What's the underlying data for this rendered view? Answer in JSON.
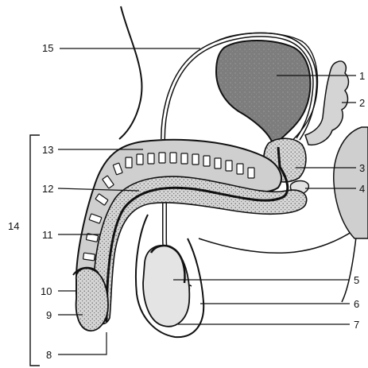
{
  "labels": {
    "l1": "1",
    "l2": "2",
    "l3": "3",
    "l4": "4",
    "l5": "5",
    "l6": "6",
    "l7": "7",
    "l8": "8",
    "l9": "9",
    "l10": "10",
    "l11": "11",
    "l12": "12",
    "l13": "13",
    "l14": "14",
    "l15": "15"
  },
  "colors": {
    "outline": "#111111",
    "background": "#ffffff",
    "bladder": "#7a7a7a",
    "tissue_light": "#cfcfcf",
    "tissue_stipple": "#bdbdbd"
  }
}
